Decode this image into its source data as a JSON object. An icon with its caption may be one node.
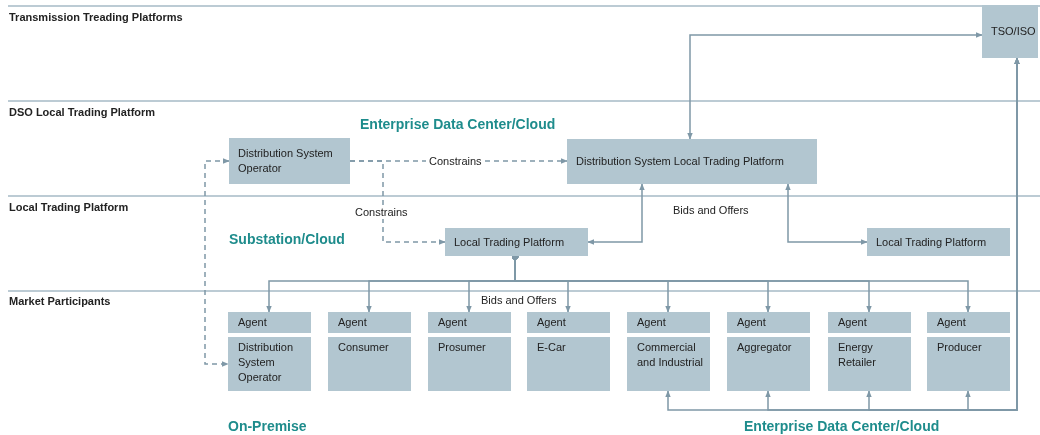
{
  "diagram": {
    "nodes": [
      {
        "text": [
          "Distribution System Operator"
        ]
      },
      {
        "text": [
          "Distribution System Local Trading Platform"
        ]
      },
      {
        "text": [
          "TSO/ISO"
        ]
      },
      {
        "text": [
          "Local Trading Platform"
        ]
      },
      {
        "text": [
          "Local Trading Platform"
        ]
      },
      {
        "text": [
          "Agent"
        ]
      },
      {
        "text": [
          "Distribution System Operator"
        ]
      },
      {
        "text": [
          "Agent"
        ]
      },
      {
        "text": [
          "Consumer"
        ]
      },
      {
        "text": [
          "Agent"
        ]
      },
      {
        "text": [
          "Prosumer"
        ]
      },
      {
        "text": [
          "Agent"
        ]
      },
      {
        "text": [
          "E-Car"
        ]
      },
      {
        "text": [
          "Agent"
        ]
      },
      {
        "text": [
          "Commercial and Industrial"
        ]
      },
      {
        "text": [
          "Agent"
        ]
      },
      {
        "text": [
          "Aggregator"
        ]
      },
      {
        "text": [
          "Agent"
        ]
      },
      {
        "text": [
          "Energy Retailer"
        ]
      },
      {
        "text": [
          "Agent"
        ]
      },
      {
        "text": [
          "Producer"
        ]
      }
    ],
    "edges": [
      {
        "from": 0,
        "to": 1,
        "arrow": "to",
        "label": "Constrains",
        "style": "dashed"
      },
      {
        "from": 0,
        "to": 3,
        "arrow": "to",
        "label": "Constrains",
        "style": "dashed"
      },
      {
        "from": 0,
        "to": 6,
        "arrow": "both",
        "style": "dashed"
      },
      {
        "from": 1,
        "to": 2,
        "arrow": "both"
      },
      {
        "from": 3,
        "to": 1,
        "arrow": "both"
      },
      {
        "from": 1,
        "to": 4,
        "arrow": "both"
      },
      {
        "from": 3,
        "to": 5,
        "arrow": "to"
      },
      {
        "from": 3,
        "to": 7,
        "arrow": "to"
      },
      {
        "from": 3,
        "to": 9,
        "arrow": "to"
      },
      {
        "from": 3,
        "to": 11,
        "arrow": "to"
      },
      {
        "from": 3,
        "to": 13,
        "arrow": "to"
      },
      {
        "from": 3,
        "to": 15,
        "arrow": "to"
      },
      {
        "from": 3,
        "to": 17,
        "arrow": "to"
      },
      {
        "from": 3,
        "to": 19,
        "arrow": "to"
      },
      {
        "from": 14,
        "to": 2,
        "arrow": "both"
      },
      {
        "from": 16,
        "to": 2,
        "arrow": "both"
      },
      {
        "from": 18,
        "to": 2,
        "arrow": "both"
      },
      {
        "from": 20,
        "to": 2,
        "arrow": "both"
      }
    ],
    "labels": [
      "Transmission Treading Platforms",
      "DSO Local Trading Platform",
      "Enterprise Data Center/Cloud",
      "Local Trading Platform",
      "Bids and Offers",
      "Substation/Cloud",
      "Market Participants",
      "Bids and Offers",
      "On-Premise",
      "Enterprise Data Center/Cloud"
    ]
  }
}
